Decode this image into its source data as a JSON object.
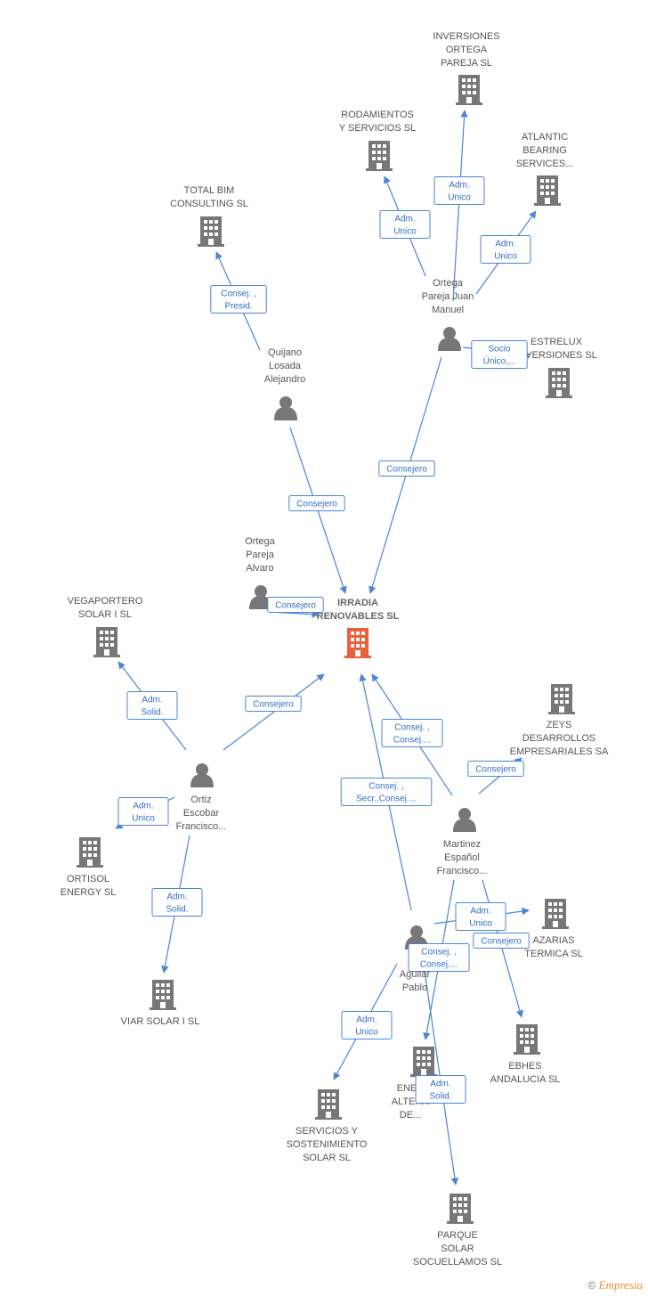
{
  "colors": {
    "edge": "#4a86d4",
    "company": "#777777",
    "main_company": "#e8603c",
    "person": "#777777",
    "label": "#555555"
  },
  "nodes": [
    {
      "id": "irradia",
      "type": "company",
      "main": true,
      "label": [
        "IRRADIA",
        "RENOVABLES SL"
      ]
    },
    {
      "id": "inversiones_ortega",
      "type": "company",
      "label": [
        "INVERSIONES",
        "ORTEGA",
        "PAREJA SL"
      ]
    },
    {
      "id": "rodamientos",
      "type": "company",
      "label": [
        "RODAMIENTOS",
        "Y SERVICIOS SL"
      ]
    },
    {
      "id": "atlantic",
      "type": "company",
      "label": [
        "ATLANTIC",
        "BEARING",
        "SERVICES..."
      ]
    },
    {
      "id": "total_bim",
      "type": "company",
      "label": [
        "TOTAL BIM",
        "CONSULTING  SL"
      ]
    },
    {
      "id": "estrelux",
      "type": "company",
      "label": [
        "ESTRELUX",
        "INVERSIONES SL"
      ]
    },
    {
      "id": "vegaportero",
      "type": "company",
      "label": [
        "VEGAPORTERO",
        "SOLAR I SL"
      ]
    },
    {
      "id": "zeys",
      "type": "company",
      "label": [
        "ZEYS",
        "DESARROLLOS",
        "EMPRESARIALES SA"
      ]
    },
    {
      "id": "ortisol",
      "type": "company",
      "label": [
        "ORTISOL",
        "ENERGY SL"
      ]
    },
    {
      "id": "azarias",
      "type": "company",
      "label": [
        "AZARIAS",
        "TERMICA SL"
      ]
    },
    {
      "id": "viar",
      "type": "company",
      "label": [
        "VIAR SOLAR I SL"
      ]
    },
    {
      "id": "ebhes",
      "type": "company",
      "label": [
        "EBHES",
        "ANDALUCIA SL"
      ]
    },
    {
      "id": "energias",
      "type": "company",
      "label": [
        "ENER",
        "ALTERN",
        "DE..."
      ]
    },
    {
      "id": "servicios_sost",
      "type": "company",
      "label": [
        "SERVICIOS Y",
        "SOSTENIMIENTO",
        "SOLAR SL"
      ]
    },
    {
      "id": "parque",
      "type": "company",
      "label": [
        "PARQUE",
        "SOLAR",
        "SOCUELLAMOS SL"
      ]
    },
    {
      "id": "ortega_juan",
      "type": "person",
      "label": [
        "Ortega",
        "Pareja Juan",
        "Manuel"
      ]
    },
    {
      "id": "quijano",
      "type": "person",
      "label": [
        "Quijano",
        "Losada",
        "Alejandro"
      ]
    },
    {
      "id": "ortega_alvaro",
      "type": "person",
      "label": [
        "Ortega",
        "Pareja",
        "Alvaro"
      ]
    },
    {
      "id": "ortiz",
      "type": "person",
      "label": [
        "Ortiz",
        "Escobar",
        "Francisco..."
      ]
    },
    {
      "id": "martinez",
      "type": "person",
      "label": [
        "Martinez",
        "Español",
        "Francisco..."
      ]
    },
    {
      "id": "alonso",
      "type": "person",
      "label": [
        "Alo",
        "Aguilar",
        "Pablo"
      ]
    }
  ],
  "edges": [
    {
      "from": "ortega_juan",
      "to": "inversiones_ortega",
      "label": [
        "Adm.",
        "Unico"
      ]
    },
    {
      "from": "ortega_juan",
      "to": "rodamientos",
      "label": [
        "Adm.",
        "Unico"
      ]
    },
    {
      "from": "ortega_juan",
      "to": "atlantic",
      "label": [
        "Adm.",
        "Unico"
      ]
    },
    {
      "from": "ortega_juan",
      "to": "estrelux",
      "label": [
        "Socio",
        "Único,..."
      ]
    },
    {
      "from": "ortega_juan",
      "to": "irradia",
      "label": [
        "Consejero"
      ]
    },
    {
      "from": "quijano",
      "to": "total_bim",
      "label": [
        "Consej. ,",
        "Presid."
      ]
    },
    {
      "from": "quijano",
      "to": "irradia",
      "label": [
        "Consejero"
      ]
    },
    {
      "from": "ortega_alvaro",
      "to": "irradia",
      "label": [
        "Consejero"
      ]
    },
    {
      "from": "ortiz",
      "to": "vegaportero",
      "label": [
        "Adm.",
        "Solid."
      ]
    },
    {
      "from": "ortiz",
      "to": "irradia",
      "label": [
        "Consejero"
      ]
    },
    {
      "from": "ortiz",
      "to": "ortisol",
      "label": [
        "Adm.",
        "Unico"
      ]
    },
    {
      "from": "ortiz",
      "to": "viar",
      "label": [
        "Adm.",
        "Solid."
      ]
    },
    {
      "from": "martinez",
      "to": "irradia",
      "label": [
        "Consej. ,",
        "Consej...."
      ]
    },
    {
      "from": "martinez",
      "to": "zeys",
      "label": [
        "Consejero"
      ]
    },
    {
      "from": "martinez",
      "to": "ebhes",
      "label": [
        "Consejero"
      ]
    },
    {
      "from": "martinez",
      "to": "energias",
      "label": [
        "Consej. ,",
        "Consej...."
      ]
    },
    {
      "from": "alonso",
      "to": "irradia",
      "label": [
        "Consej. ,",
        "Secr.,Consej...."
      ]
    },
    {
      "from": "alonso",
      "to": "azarias",
      "label": [
        "Adm.",
        "Unico"
      ]
    },
    {
      "from": "alonso",
      "to": "servicios_sost",
      "label": [
        "Adm.",
        "Unico"
      ]
    },
    {
      "from": "alonso",
      "to": "parque",
      "label": [
        "Adm.",
        "Solid."
      ]
    }
  ],
  "footer": {
    "copyright": "©",
    "brand": "Empresia"
  }
}
